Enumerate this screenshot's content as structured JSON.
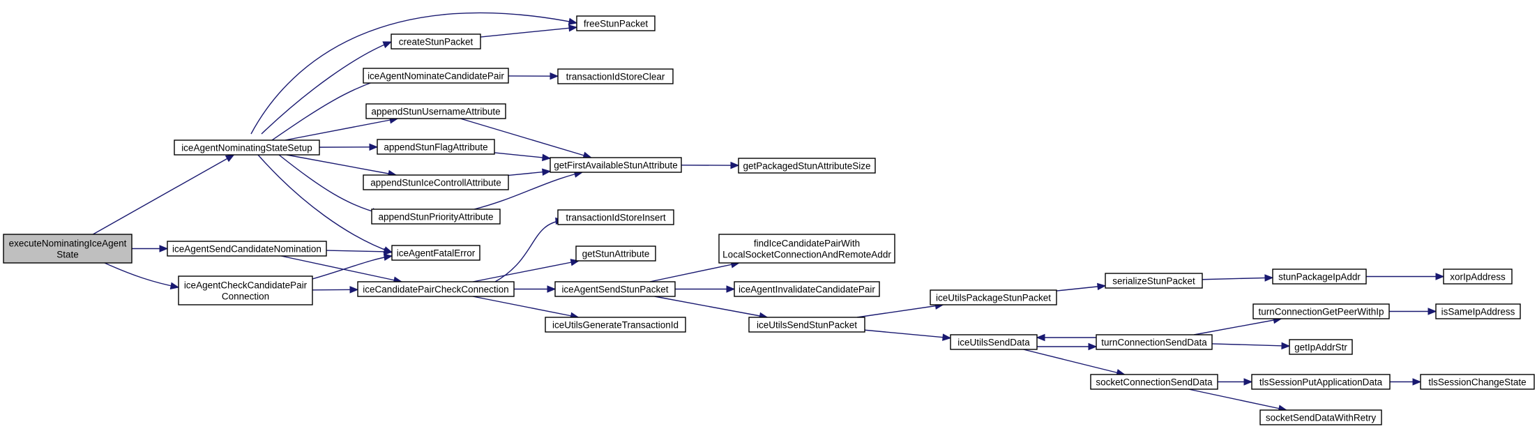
{
  "graph": {
    "edge_color": "#191970",
    "root_fill": "#bfbfbf",
    "node_fill": "#ffffff",
    "nodes": [
      {
        "id": "executeNominatingIceAgentState",
        "lines": [
          "executeNominatingIceAgent",
          "State"
        ],
        "root": true
      },
      {
        "id": "iceAgentNominatingStateSetup",
        "lines": [
          "iceAgentNominatingStateSetup"
        ]
      },
      {
        "id": "iceAgentSendCandidateNomination",
        "lines": [
          "iceAgentSendCandidateNomination"
        ]
      },
      {
        "id": "iceAgentCheckCandidatePairConnection",
        "lines": [
          "iceAgentCheckCandidatePair",
          "Connection"
        ]
      },
      {
        "id": "createStunPacket",
        "lines": [
          "createStunPacket"
        ]
      },
      {
        "id": "iceAgentNominateCandidatePair",
        "lines": [
          "iceAgentNominateCandidatePair"
        ]
      },
      {
        "id": "appendStunUsernameAttribute",
        "lines": [
          "appendStunUsernameAttribute"
        ]
      },
      {
        "id": "appendStunFlagAttribute",
        "lines": [
          "appendStunFlagAttribute"
        ]
      },
      {
        "id": "appendStunIceControllAttribute",
        "lines": [
          "appendStunIceControllAttribute"
        ]
      },
      {
        "id": "appendStunPriorityAttribute",
        "lines": [
          "appendStunPriorityAttribute"
        ]
      },
      {
        "id": "iceAgentFatalError",
        "lines": [
          "iceAgentFatalError"
        ]
      },
      {
        "id": "iceCandidatePairCheckConnection",
        "lines": [
          "iceCandidatePairCheckConnection"
        ]
      },
      {
        "id": "freeStunPacket",
        "lines": [
          "freeStunPacket"
        ]
      },
      {
        "id": "transactionIdStoreClear",
        "lines": [
          "transactionIdStoreClear"
        ]
      },
      {
        "id": "getFirstAvailableStunAttribute",
        "lines": [
          "getFirstAvailableStunAttribute"
        ]
      },
      {
        "id": "transactionIdStoreInsert",
        "lines": [
          "transactionIdStoreInsert"
        ]
      },
      {
        "id": "getStunAttribute",
        "lines": [
          "getStunAttribute"
        ]
      },
      {
        "id": "iceAgentSendStunPacket",
        "lines": [
          "iceAgentSendStunPacket"
        ]
      },
      {
        "id": "iceUtilsGenerateTransactionId",
        "lines": [
          "iceUtilsGenerateTransactionId"
        ]
      },
      {
        "id": "getPackagedStunAttributeSize",
        "lines": [
          "getPackagedStunAttributeSize"
        ]
      },
      {
        "id": "findIceCandidatePairWithLocalSocketConnectionAndRemoteAddr",
        "lines": [
          "findIceCandidatePairWith",
          "LocalSocketConnectionAndRemoteAddr"
        ]
      },
      {
        "id": "iceAgentInvalidateCandidatePair",
        "lines": [
          "iceAgentInvalidateCandidatePair"
        ]
      },
      {
        "id": "iceUtilsSendStunPacket",
        "lines": [
          "iceUtilsSendStunPacket"
        ]
      },
      {
        "id": "iceUtilsPackageStunPacket",
        "lines": [
          "iceUtilsPackageStunPacket"
        ]
      },
      {
        "id": "iceUtilsSendData",
        "lines": [
          "iceUtilsSendData"
        ]
      },
      {
        "id": "serializeStunPacket",
        "lines": [
          "serializeStunPacket"
        ]
      },
      {
        "id": "turnConnectionSendData",
        "lines": [
          "turnConnectionSendData"
        ]
      },
      {
        "id": "socketConnectionSendData",
        "lines": [
          "socketConnectionSendData"
        ]
      },
      {
        "id": "stunPackageIpAddr",
        "lines": [
          "stunPackageIpAddr"
        ]
      },
      {
        "id": "turnConnectionGetPeerWithIp",
        "lines": [
          "turnConnectionGetPeerWithIp"
        ]
      },
      {
        "id": "getIpAddrStr",
        "lines": [
          "getIpAddrStr"
        ]
      },
      {
        "id": "tlsSessionPutApplicationData",
        "lines": [
          "tlsSessionPutApplicationData"
        ]
      },
      {
        "id": "socketSendDataWithRetry",
        "lines": [
          "socketSendDataWithRetry"
        ]
      },
      {
        "id": "xorIpAddress",
        "lines": [
          "xorIpAddress"
        ]
      },
      {
        "id": "isSameIpAddress",
        "lines": [
          "isSameIpAddress"
        ]
      },
      {
        "id": "tlsSessionChangeState",
        "lines": [
          "tlsSessionChangeState"
        ]
      }
    ],
    "edges": [
      {
        "from": "executeNominatingIceAgentState",
        "to": "iceAgentNominatingStateSetup"
      },
      {
        "from": "executeNominatingIceAgentState",
        "to": "iceAgentSendCandidateNomination"
      },
      {
        "from": "executeNominatingIceAgentState",
        "to": "iceAgentCheckCandidatePairConnection"
      },
      {
        "from": "iceAgentNominatingStateSetup",
        "to": "freeStunPacket"
      },
      {
        "from": "iceAgentNominatingStateSetup",
        "to": "createStunPacket"
      },
      {
        "from": "iceAgentNominatingStateSetup",
        "to": "iceAgentNominateCandidatePair"
      },
      {
        "from": "iceAgentNominatingStateSetup",
        "to": "appendStunUsernameAttribute"
      },
      {
        "from": "iceAgentNominatingStateSetup",
        "to": "appendStunFlagAttribute"
      },
      {
        "from": "iceAgentNominatingStateSetup",
        "to": "appendStunIceControllAttribute"
      },
      {
        "from": "iceAgentNominatingStateSetup",
        "to": "appendStunPriorityAttribute"
      },
      {
        "from": "iceAgentNominatingStateSetup",
        "to": "iceAgentFatalError"
      },
      {
        "from": "iceAgentSendCandidateNomination",
        "to": "iceAgentFatalError"
      },
      {
        "from": "iceAgentSendCandidateNomination",
        "to": "iceCandidatePairCheckConnection"
      },
      {
        "from": "iceAgentCheckCandidatePairConnection",
        "to": "iceAgentFatalError"
      },
      {
        "from": "iceAgentCheckCandidatePairConnection",
        "to": "iceCandidatePairCheckConnection"
      },
      {
        "from": "createStunPacket",
        "to": "freeStunPacket"
      },
      {
        "from": "iceAgentNominateCandidatePair",
        "to": "transactionIdStoreClear"
      },
      {
        "from": "appendStunUsernameAttribute",
        "to": "getFirstAvailableStunAttribute"
      },
      {
        "from": "appendStunFlagAttribute",
        "to": "getFirstAvailableStunAttribute"
      },
      {
        "from": "appendStunIceControllAttribute",
        "to": "getFirstAvailableStunAttribute"
      },
      {
        "from": "appendStunPriorityAttribute",
        "to": "getFirstAvailableStunAttribute"
      },
      {
        "from": "getFirstAvailableStunAttribute",
        "to": "getPackagedStunAttributeSize"
      },
      {
        "from": "iceCandidatePairCheckConnection",
        "to": "transactionIdStoreInsert"
      },
      {
        "from": "iceCandidatePairCheckConnection",
        "to": "getStunAttribute"
      },
      {
        "from": "iceCandidatePairCheckConnection",
        "to": "iceAgentSendStunPacket"
      },
      {
        "from": "iceCandidatePairCheckConnection",
        "to": "iceUtilsGenerateTransactionId"
      },
      {
        "from": "iceAgentSendStunPacket",
        "to": "findIceCandidatePairWithLocalSocketConnectionAndRemoteAddr"
      },
      {
        "from": "iceAgentSendStunPacket",
        "to": "iceAgentInvalidateCandidatePair"
      },
      {
        "from": "iceAgentSendStunPacket",
        "to": "iceUtilsSendStunPacket"
      },
      {
        "from": "iceUtilsSendStunPacket",
        "to": "iceUtilsPackageStunPacket"
      },
      {
        "from": "iceUtilsSendStunPacket",
        "to": "iceUtilsSendData"
      },
      {
        "from": "iceUtilsPackageStunPacket",
        "to": "serializeStunPacket"
      },
      {
        "from": "serializeStunPacket",
        "to": "stunPackageIpAddr"
      },
      {
        "from": "stunPackageIpAddr",
        "to": "xorIpAddress"
      },
      {
        "from": "iceUtilsSendData",
        "to": "turnConnectionSendData"
      },
      {
        "from": "iceUtilsSendData",
        "to": "socketConnectionSendData"
      },
      {
        "from": "turnConnectionSendData",
        "to": "iceUtilsSendData"
      },
      {
        "from": "turnConnectionSendData",
        "to": "turnConnectionGetPeerWithIp"
      },
      {
        "from": "turnConnectionSendData",
        "to": "getIpAddrStr"
      },
      {
        "from": "turnConnectionGetPeerWithIp",
        "to": "isSameIpAddress"
      },
      {
        "from": "socketConnectionSendData",
        "to": "tlsSessionPutApplicationData"
      },
      {
        "from": "socketConnectionSendData",
        "to": "socketSendDataWithRetry"
      },
      {
        "from": "tlsSessionPutApplicationData",
        "to": "tlsSessionChangeState"
      }
    ]
  }
}
